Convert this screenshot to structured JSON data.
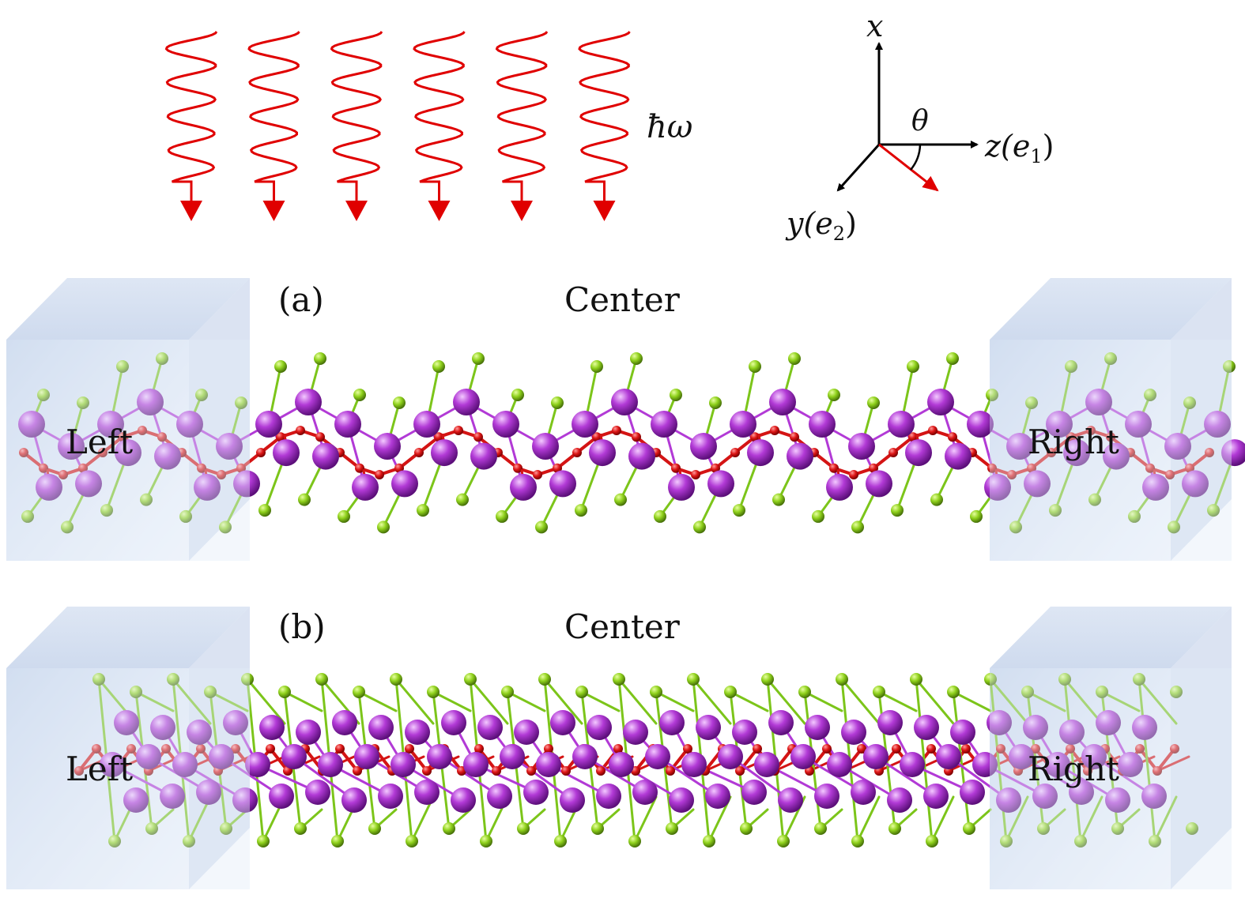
{
  "photon": {
    "label": "ħω",
    "count": 6,
    "color": "#e00000"
  },
  "axes": {
    "x_label": "x",
    "z_label": "z(e",
    "z_sub": "1",
    "y_label": "y(e",
    "y_sub": "2",
    "angle_label": "θ",
    "close_paren": ")",
    "polarization_color": "#e00000"
  },
  "panels": [
    {
      "id": "a",
      "tag": "(a)",
      "center_label": "Center",
      "left_label": "Left",
      "right_label": "Right",
      "arrangement": "zigzag"
    },
    {
      "id": "b",
      "tag": "(b)",
      "center_label": "Center",
      "left_label": "Left",
      "right_label": "Right",
      "arrangement": "flat"
    }
  ],
  "colors": {
    "metal_atom": "#b23ad6",
    "halogen_atom": "#7cc51a",
    "oxygen_atom": "#d41414",
    "lead_box": "#c9d6ec"
  }
}
